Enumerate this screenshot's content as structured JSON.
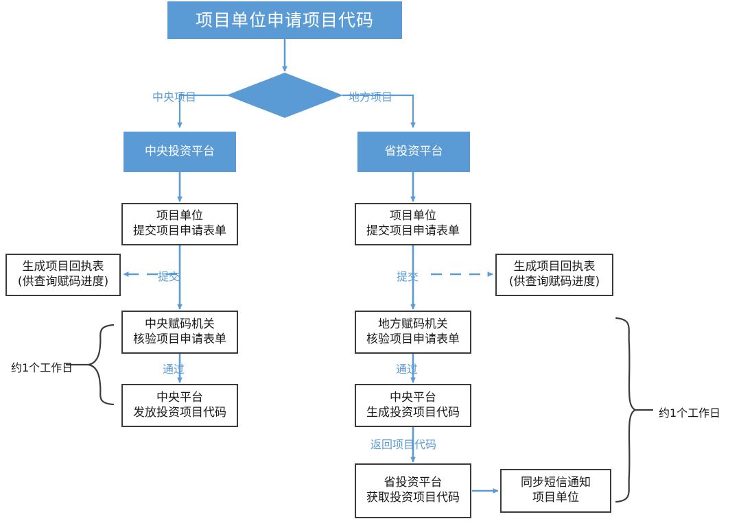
{
  "diagram": {
    "title": "项目单位申请项目代码",
    "nodes": {
      "title_box": {
        "label": "项目单位申请项目代码"
      },
      "decision": {
        "label": ""
      },
      "central_platform": {
        "label": "中央投资平台"
      },
      "province_platform": {
        "label": "省投资平台"
      },
      "left_submit": {
        "line1": "项目单位",
        "line2": "提交项目申请表单"
      },
      "right_submit": {
        "line1": "项目单位",
        "line2": "提交项目申请表单"
      },
      "left_receipt": {
        "line1": "生成项目回执表",
        "line2": "(供查询赋码进度)"
      },
      "right_receipt": {
        "line1": "生成项目回执表",
        "line2": "(供查询赋码进度)"
      },
      "left_verify": {
        "line1": "中央赋码机关",
        "line2": "核验项目申请表单"
      },
      "right_verify": {
        "line1": "地方赋码机关",
        "line2": "核验项目申请表单"
      },
      "left_issue": {
        "line1": "中央平台",
        "line2": "发放投资项目代码"
      },
      "right_generate": {
        "line1": "中央平台",
        "line2": "生成投资项目代码"
      },
      "province_receive": {
        "line1": "省投资平台",
        "line2": "获取投资项目代码"
      },
      "sms_notice": {
        "line1": "同步短信通知",
        "line2": "项目单位"
      }
    },
    "edge_labels": {
      "branch_left": "中央项目",
      "branch_right": "地方项目",
      "submit_left": "提交",
      "submit_right": "提交",
      "pass_left": "通过",
      "pass_right": "通过",
      "return_code": "返回项目代码"
    },
    "annotations": {
      "brace_left": "约1个工作日",
      "brace_right": "约1个工作日"
    },
    "colors": {
      "accent_blue": "#5B9BD5",
      "box_border": "#3a3a3a",
      "box_text": "#1a1a1a",
      "brace_stroke": "#3a3a3a"
    }
  }
}
